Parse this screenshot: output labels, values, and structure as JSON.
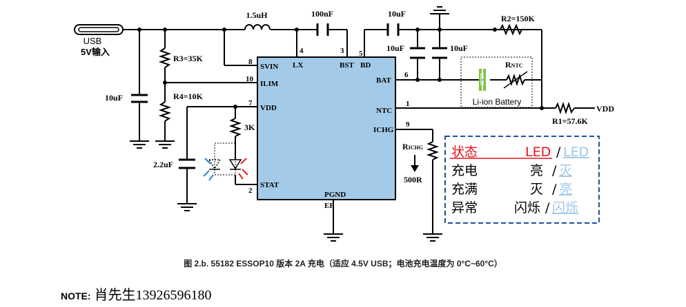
{
  "usb": {
    "name": "USB",
    "input": "5V输入"
  },
  "components": {
    "inductor": "1.5uH",
    "cap_bst": "100nF",
    "cap_bd": "10uF",
    "cap_bat1": "10uF",
    "cap_bat2": "10uF",
    "cap_in": "10uF",
    "cap_vdd": "2.2uF",
    "r2": "R2=150K",
    "r3": "R3=35K",
    "r4": "R4=10K",
    "r1": "R1=57.6K",
    "r_led": "3K",
    "rntc_main": "R",
    "rntc_sub": "NTC",
    "richg_main": "R",
    "richg_sub": "ICHG",
    "richg_value": "500R",
    "battery": "Li-ion Battery",
    "vdd_out": "VDD"
  },
  "ic": {
    "pins_left": [
      {
        "num": "8",
        "name": "SVIN"
      },
      {
        "num": "10",
        "name": "ILIM"
      },
      {
        "num": "7",
        "name": "VDD"
      },
      {
        "num": "2",
        "name": "STAT"
      }
    ],
    "pins_top": [
      {
        "num": "4",
        "name": "LX"
      },
      {
        "num": "3",
        "name": "BST"
      },
      {
        "num": "5",
        "name": "BD"
      }
    ],
    "pins_right": [
      {
        "num": "6",
        "name": "BAT"
      },
      {
        "num": "1",
        "name": "NTC"
      },
      {
        "num": "9",
        "name": "ICHG"
      }
    ],
    "pin_bottom": {
      "name": "PGND",
      "sub": "EP"
    }
  },
  "table": {
    "header": {
      "state": "状态",
      "led": "LED",
      "slash": "/",
      "led_alt": "LED"
    },
    "rows": [
      {
        "state": "充电",
        "a": "亮",
        "slash": "/",
        "b": "灭"
      },
      {
        "state": "充满",
        "a": "灭",
        "slash": "/",
        "b": "亮"
      },
      {
        "state": "异常",
        "a": "闪烁",
        "slash": "/",
        "b": "闪烁"
      }
    ],
    "colors": {
      "header": "#e8101a",
      "alt": "#9ec6e6",
      "border": "#1f4f9e"
    }
  },
  "caption": "图 2.b. 55182 ESSOP10 版本 2A 充电（适应 4.5V USB；电池充电温度为 0°C~60°C）",
  "note": {
    "label": "NOTE:",
    "text": "肖先生13926596180"
  }
}
